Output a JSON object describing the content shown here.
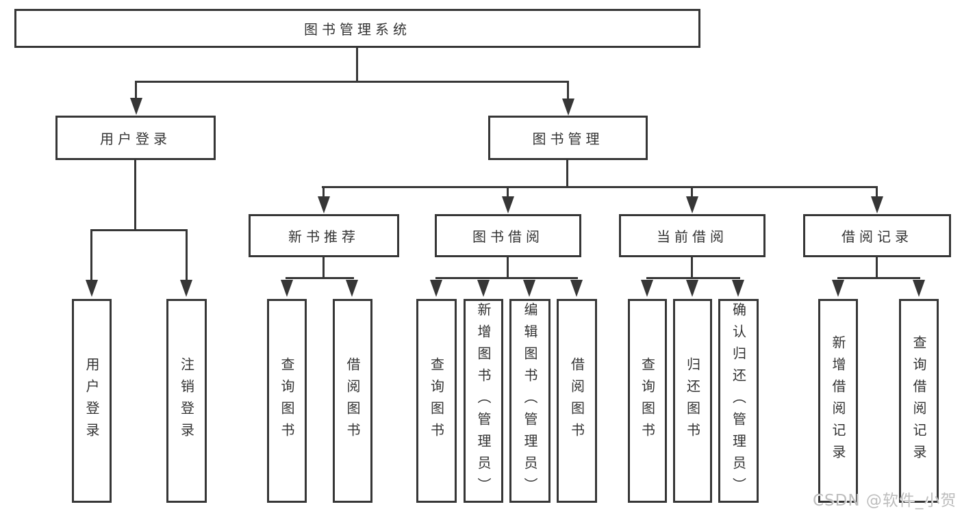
{
  "tree": {
    "label": "图书管理系统",
    "children": [
      {
        "label": "用户登录",
        "children": [
          {
            "label": "用户登录"
          },
          {
            "label": "注销登录"
          }
        ]
      },
      {
        "label": "图书管理",
        "children": [
          {
            "label": "新书推荐",
            "children": [
              {
                "label": "查询图书"
              },
              {
                "label": "借阅图书"
              }
            ]
          },
          {
            "label": "图书借阅",
            "children": [
              {
                "label": "查询图书"
              },
              {
                "label": "新增图书（管理员）"
              },
              {
                "label": "编辑图书（管理员）"
              },
              {
                "label": "借阅图书"
              }
            ]
          },
          {
            "label": "当前借阅",
            "children": [
              {
                "label": "查询图书"
              },
              {
                "label": "归还图书"
              },
              {
                "label": "确认归还（管理员）"
              }
            ]
          },
          {
            "label": "借阅记录",
            "children": [
              {
                "label": "新增借阅记录"
              },
              {
                "label": "查询借阅记录"
              }
            ]
          }
        ]
      }
    ]
  },
  "watermark": "CSDN @软件_小贺同学",
  "colors": {
    "line": "#363636",
    "text": "#333333",
    "watermark": "#bdbdbd",
    "background": "#ffffff"
  }
}
